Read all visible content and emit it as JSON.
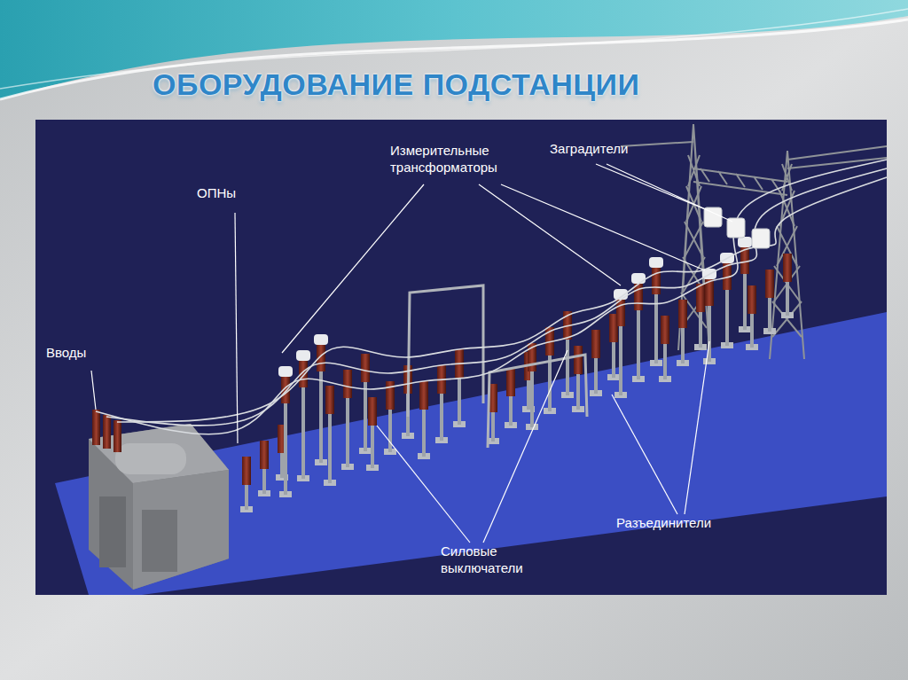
{
  "diagram": {
    "title": "ОБОРУДОВАНИЕ ПОДСТАНЦИИ",
    "labels": [
      "Измерительные трансформаторы",
      "Заградители",
      "ОПНы",
      "Вводы",
      "Разъединители",
      "Силовые выключатели"
    ]
  }
}
